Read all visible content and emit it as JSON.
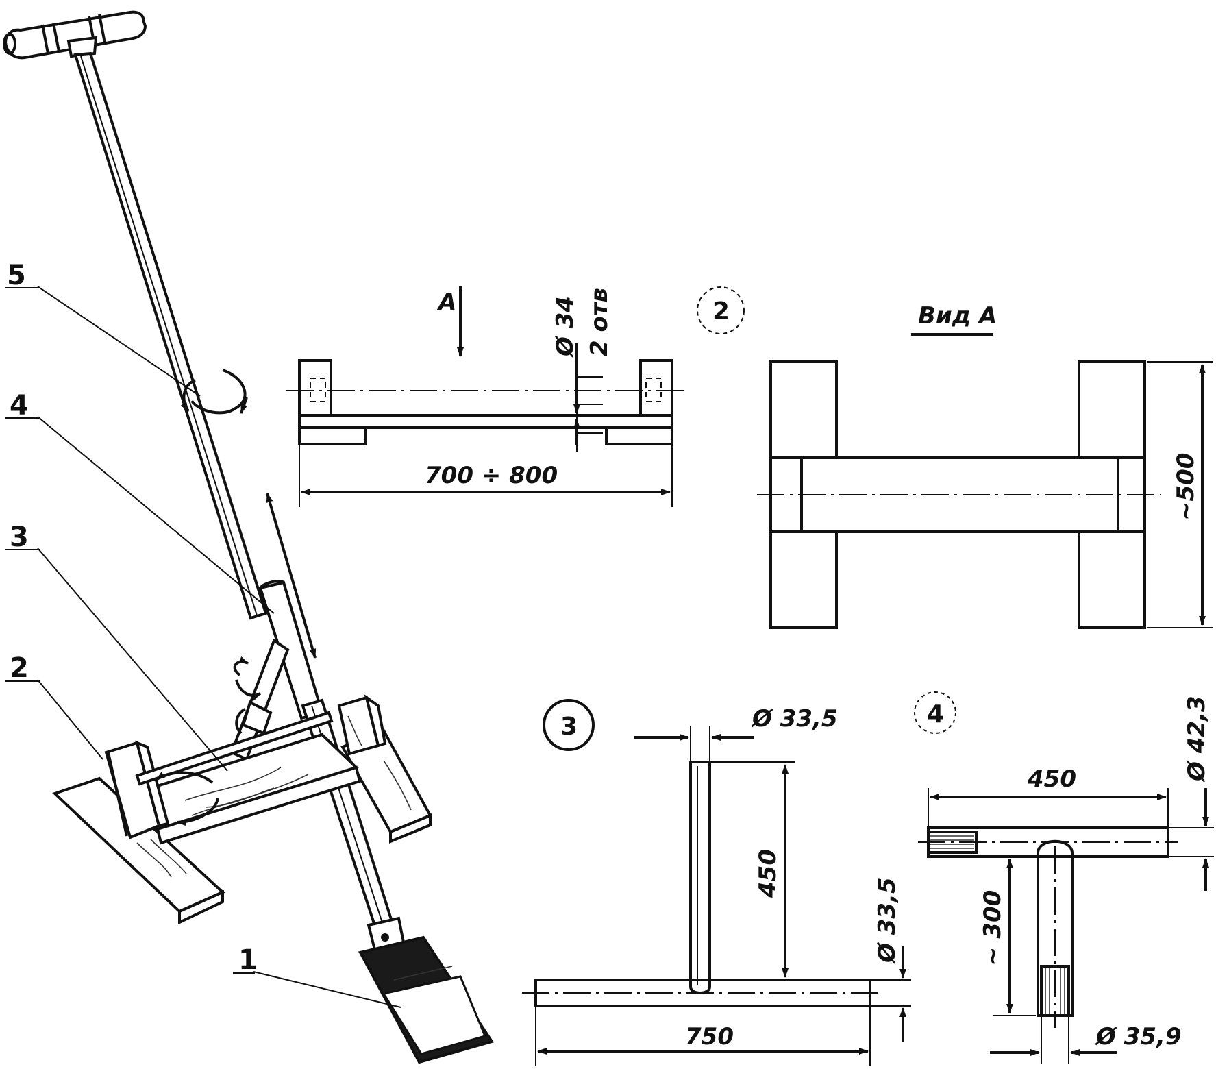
{
  "callouts": {
    "c1": "1",
    "c2": "2",
    "c3": "3",
    "c4": "4",
    "c5": "5"
  },
  "frame_view": {
    "arrow_label": "A",
    "hole_dia": "Ø 34",
    "hole_count": "2 отв",
    "length": "700 ÷ 800",
    "detail_num": "2"
  },
  "view_a": {
    "title": "Вид  А",
    "height": "~500"
  },
  "part3": {
    "detail_num": "3",
    "top_dia": "Ø 33,5",
    "height": "450",
    "side_dia": "Ø 33,5",
    "length": "750"
  },
  "part4": {
    "detail_num": "4",
    "length": "450",
    "dia": "Ø 42,3",
    "leg": "~ 300",
    "bottom_dia": "Ø 35,9"
  }
}
